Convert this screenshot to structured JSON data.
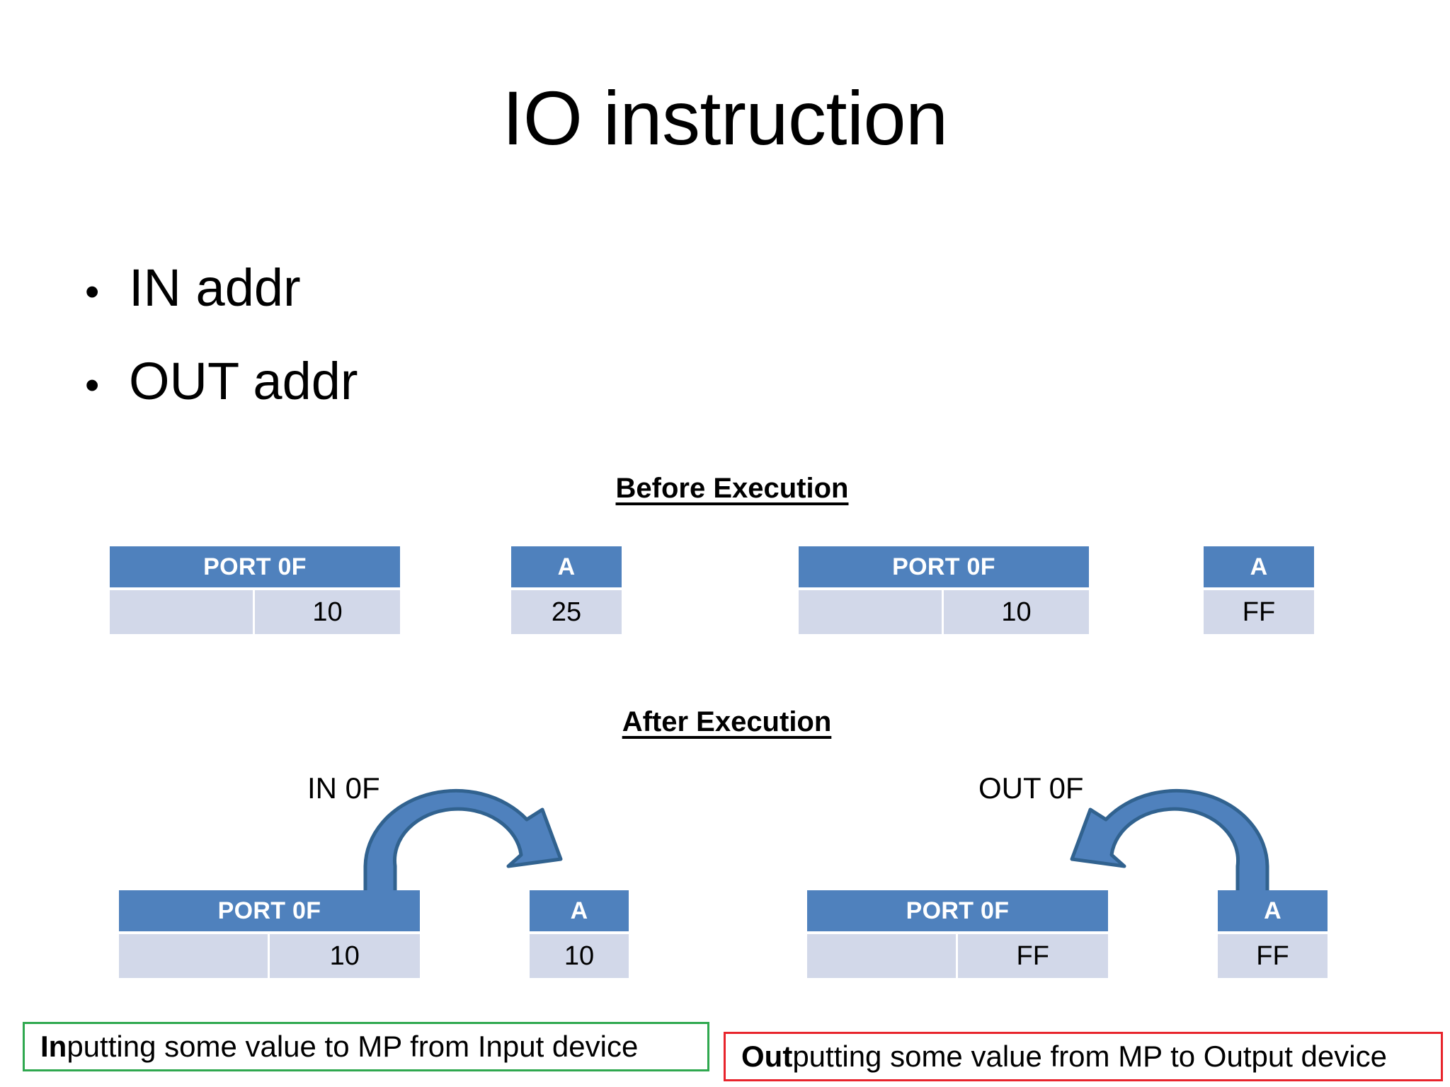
{
  "slide": {
    "title": "IO instruction"
  },
  "bullets": [
    {
      "marker": "•",
      "label": "IN addr"
    },
    {
      "marker": "•",
      "label": "OUT addr"
    }
  ],
  "sections": {
    "before": "Before Execution",
    "after": "After Execution"
  },
  "diagram": {
    "before": {
      "in_example": {
        "port": {
          "header": "PORT 0F",
          "left_cell": "",
          "right_cell": "10"
        },
        "accumulator": {
          "header": "A",
          "value": "25"
        }
      },
      "out_example": {
        "port": {
          "header": "PORT 0F",
          "left_cell": "",
          "right_cell": "10"
        },
        "accumulator": {
          "header": "A",
          "value": "FF"
        }
      }
    },
    "after": {
      "in_example": {
        "instruction_label": "IN 0F",
        "arrow_icon": "curved-arrow-right-icon",
        "port": {
          "header": "PORT 0F",
          "left_cell": "",
          "right_cell": "10"
        },
        "accumulator": {
          "header": "A",
          "value": "10"
        }
      },
      "out_example": {
        "instruction_label": "OUT 0F",
        "arrow_icon": "curved-arrow-left-icon",
        "port": {
          "header": "PORT 0F",
          "left_cell": "",
          "right_cell": "FF"
        },
        "accumulator": {
          "header": "A",
          "value": "FF"
        }
      }
    }
  },
  "captions": {
    "input": {
      "bold_prefix": "In",
      "rest": "putting some value to MP from Input device"
    },
    "output": {
      "bold_prefix": "Out",
      "rest": "putting some value from MP to Output device"
    }
  },
  "colors": {
    "table_header_blue": "#4F81BD",
    "table_cell_blue": "#D2D8E9",
    "arrow_fill": "#4F81BD",
    "arrow_stroke": "#31628F",
    "caption_input_border": "#2FA84F",
    "caption_output_border": "#E8242C",
    "text": "#000000",
    "background": "#FFFFFF"
  }
}
